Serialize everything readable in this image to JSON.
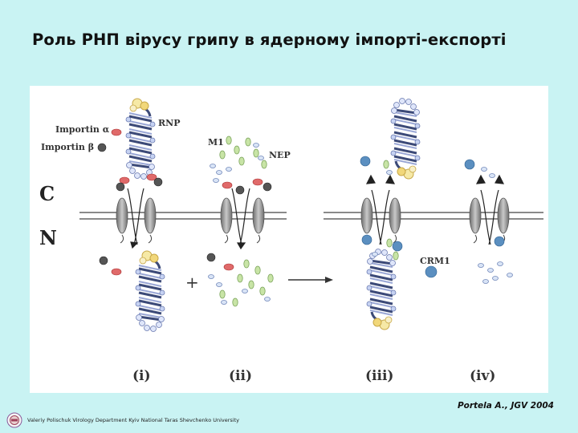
{
  "slide": {
    "title": "Роль РНП вірусу грипу в ядерному імпорті-експорті",
    "citation": "Portela A., JGV 2004",
    "footer": "Valeriy Polischuk Virology Department Kyiv National Taras Shevchenko University"
  },
  "figure": {
    "labels": {
      "importin_alpha": "Importin α",
      "importin_beta": "Importin β",
      "rnp": "RNP",
      "m1": "M1",
      "nep": "NEP",
      "crm1": "CRM1",
      "side_c": "C",
      "side_n": "N",
      "plus": "+",
      "panel_i": "(i)",
      "panel_ii": "(ii)",
      "panel_iii": "(iii)",
      "panel_iv": "(iv)"
    }
  }
}
